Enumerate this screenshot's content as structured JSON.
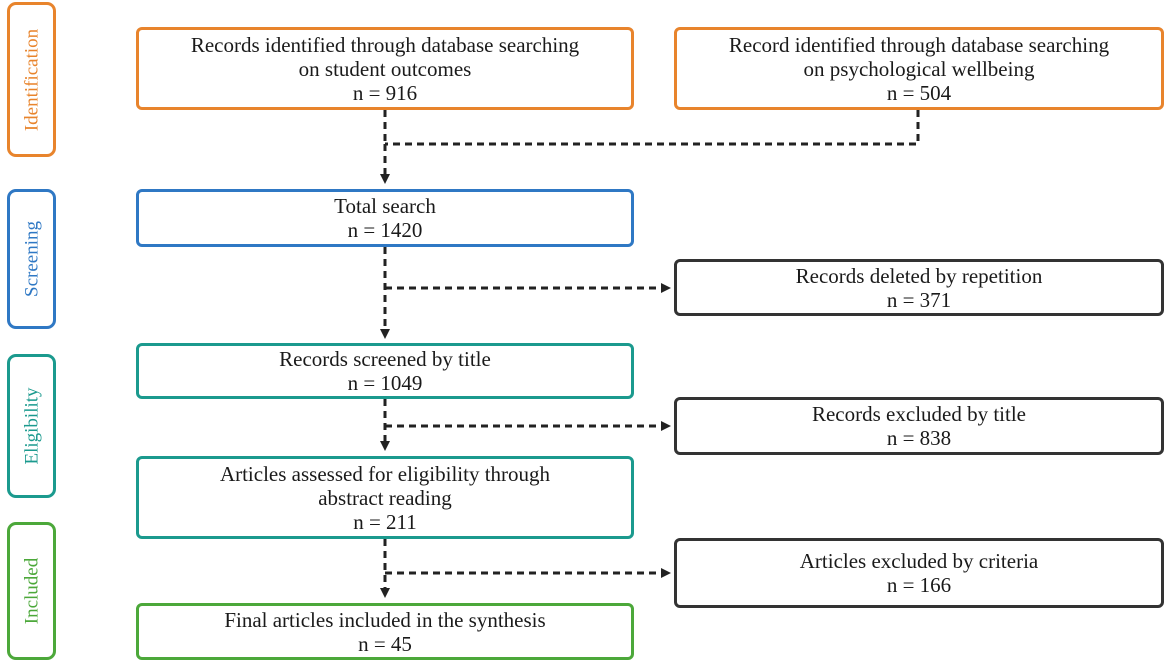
{
  "colors": {
    "identification": "#e8842c",
    "screening": "#2f78c4",
    "eligibility": "#1b9a8e",
    "included": "#4ca83a",
    "excluded": "#333333",
    "arrow": "#222222"
  },
  "phases": {
    "identification": "Identification",
    "screening": "Screening",
    "eligibility": "Eligibility",
    "included": "Included"
  },
  "boxes": {
    "student_outcomes": {
      "line1": "Records identified through database searching",
      "line2": "on student outcomes",
      "count": "n = 916"
    },
    "psych_wellbeing": {
      "line1": "Record identified through database searching",
      "line2": "on psychological wellbeing",
      "count": "n = 504"
    },
    "total_search": {
      "line1": "Total search",
      "count": "n = 1420"
    },
    "deleted_repetition": {
      "line1": "Records deleted by repetition",
      "count": "n = 371"
    },
    "screened_title": {
      "line1": "Records screened by title",
      "count": "n = 1049"
    },
    "excluded_title": {
      "line1": "Records excluded by title",
      "count": "n = 838"
    },
    "assessed_eligibility": {
      "line1": "Articles assessed for eligibility through",
      "line2": "abstract reading",
      "count": "n = 211"
    },
    "excluded_criteria": {
      "line1": "Articles excluded by criteria",
      "count": "n = 166"
    },
    "final_included": {
      "line1": "Final articles included in the synthesis",
      "count": "n = 45"
    }
  }
}
